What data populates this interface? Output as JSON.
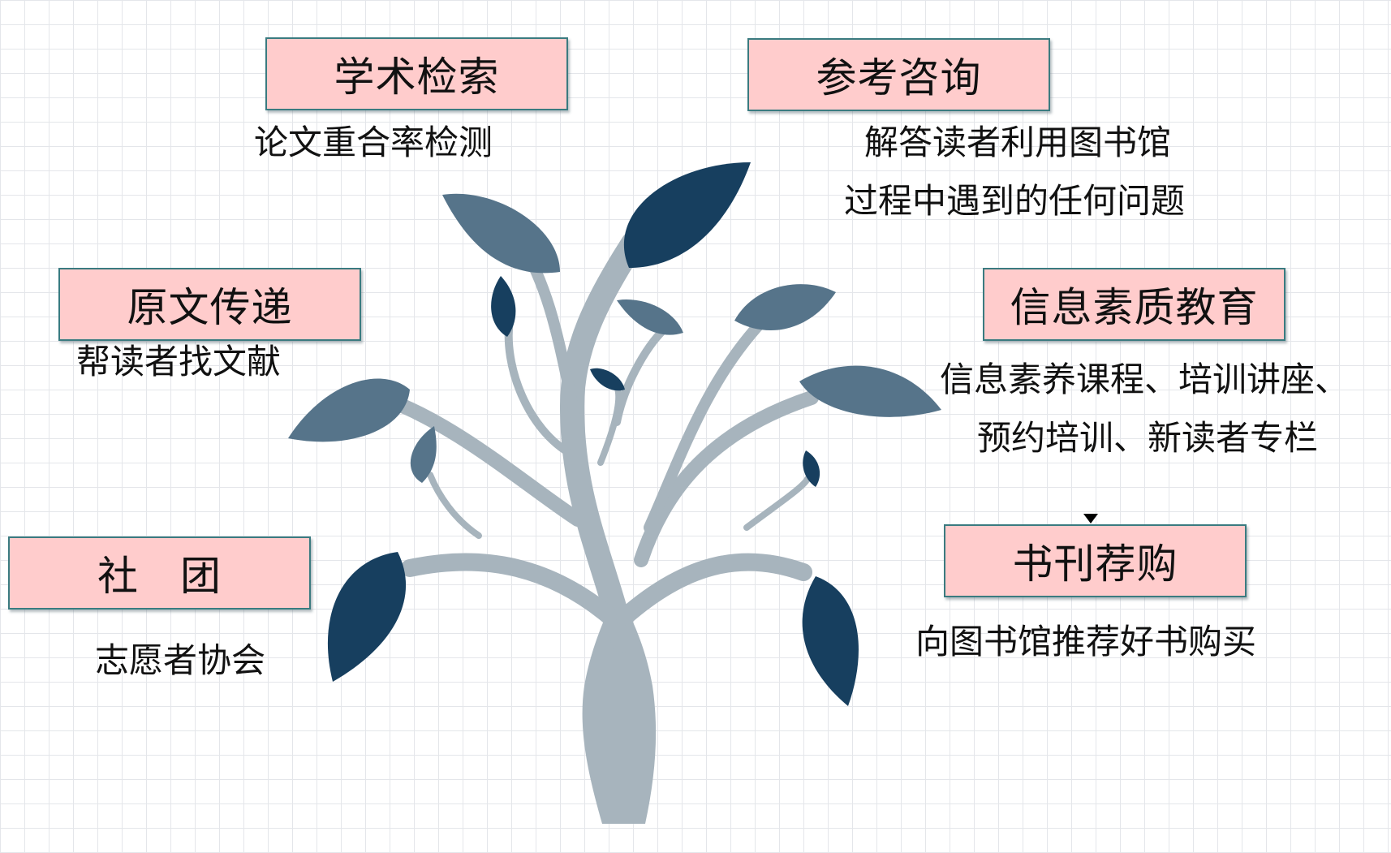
{
  "colors": {
    "box_fill": "#ffcccc",
    "box_border": "#3a7b80",
    "trunk": "#a7b4bd",
    "leaf_dark": "#173f5f",
    "leaf_mid": "#56748a"
  },
  "nodes": {
    "academic_search": {
      "title": "学术检索",
      "desc": [
        "论文重合率检测"
      ]
    },
    "reference_consultation": {
      "title": "参考咨询",
      "desc": [
        "解答读者利用图书馆",
        "过程中遇到的任何问题"
      ]
    },
    "document_delivery": {
      "title": "原文传递",
      "desc": [
        "帮读者找文献"
      ]
    },
    "information_literacy": {
      "title": "信息素质教育",
      "desc": [
        "信息素养课程、培训讲座、",
        "预约培训、新读者专栏"
      ]
    },
    "clubs": {
      "title": "社　团",
      "desc": [
        "志愿者协会"
      ]
    },
    "book_recommendation": {
      "title": "书刊荐购",
      "desc": [
        "向图书馆推荐好书购买"
      ]
    }
  }
}
